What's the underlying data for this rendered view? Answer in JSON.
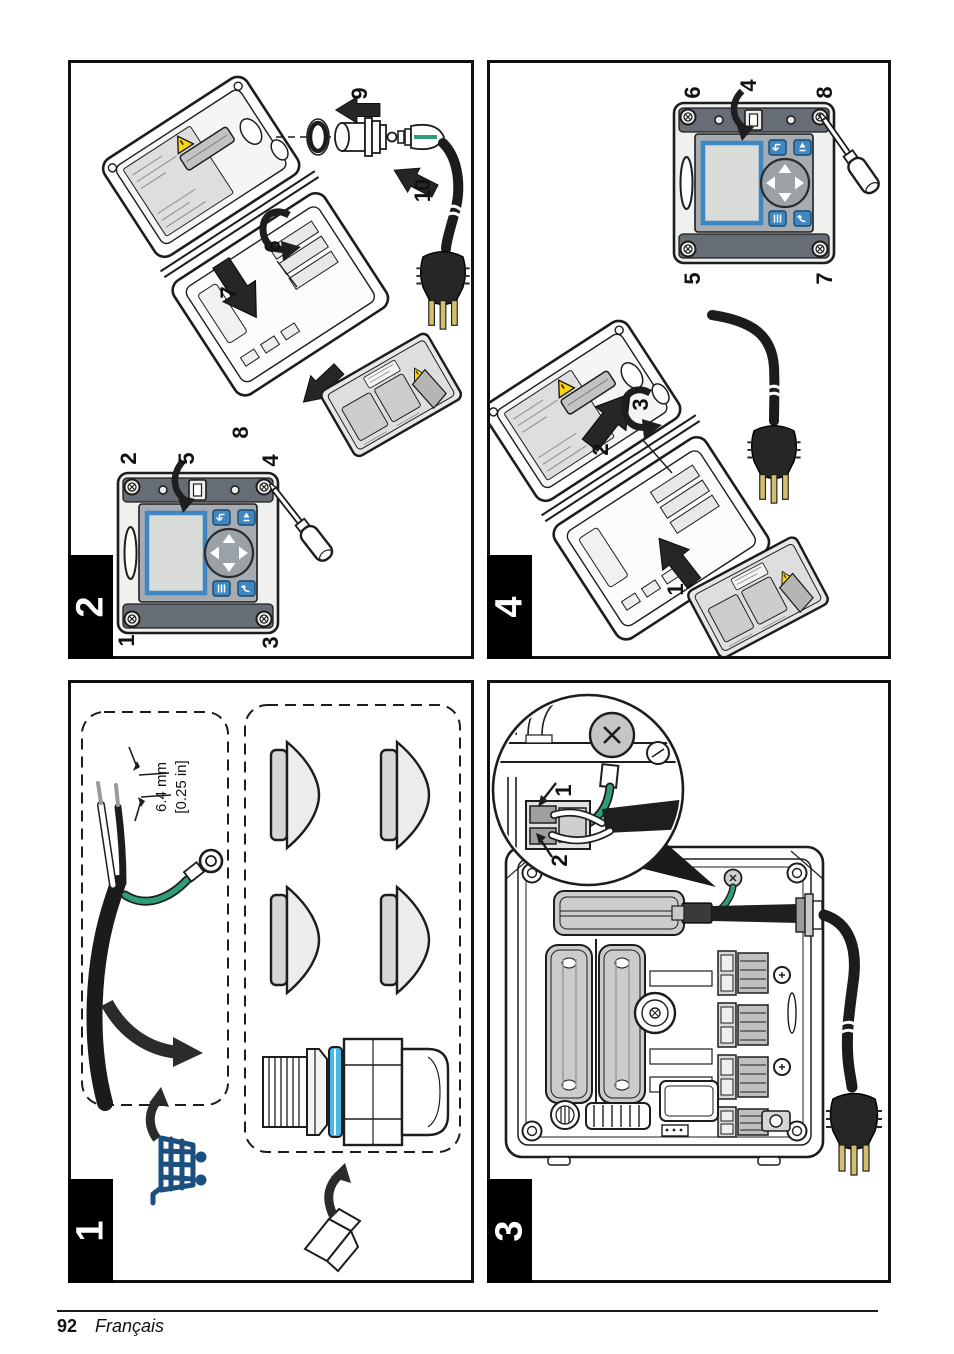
{
  "footer": {
    "page_number": "92",
    "language": "Français"
  },
  "panels": {
    "step2": {
      "step_label": "2",
      "callouts": [
        "1",
        "2",
        "3",
        "4",
        "5",
        "6",
        "7",
        "8",
        "9",
        "10"
      ]
    },
    "step4": {
      "step_label": "4",
      "callouts": [
        "1",
        "2",
        "3",
        "4",
        "5",
        "6",
        "7",
        "8"
      ]
    },
    "step1": {
      "step_label": "1",
      "dimension": {
        "metric": "6.4 mm",
        "imperial": "[0.25 in]"
      }
    },
    "step3": {
      "step_label": "3",
      "callouts": [
        "1",
        "2"
      ]
    }
  },
  "colors": {
    "accent_blue": "#3e87c2",
    "warning_yellow": "#ffd60a",
    "ground_green": "#2f9e78",
    "cart_navy": "#1b4f7f",
    "gland_blue": "#49b8e8",
    "plug_brass": "#d2bf6e",
    "line_art": "#1d1d1d"
  }
}
